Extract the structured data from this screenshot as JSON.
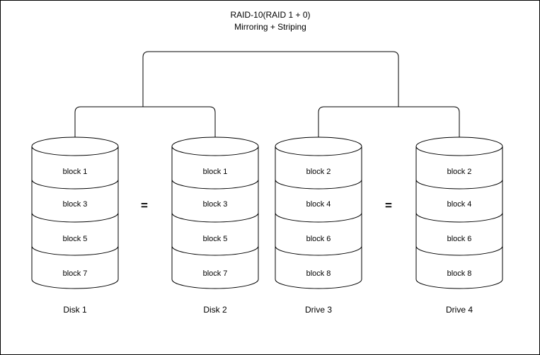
{
  "diagram": {
    "title": "RAID-10(RAID 1 + 0)",
    "subtitle": "Mirroring + Striping",
    "equals": "="
  },
  "disks": [
    {
      "label": "Disk 1",
      "blocks": [
        "block 1",
        "block 3",
        "block 5",
        "block 7"
      ]
    },
    {
      "label": "Disk 2",
      "blocks": [
        "block 1",
        "block 3",
        "block 5",
        "block 7"
      ]
    },
    {
      "label": "Drive 3",
      "blocks": [
        "block 2",
        "block 4",
        "block 6",
        "block 8"
      ]
    },
    {
      "label": "Drive 4",
      "blocks": [
        "block 2",
        "block 4",
        "block 6",
        "block 8"
      ]
    }
  ],
  "colors": {
    "stroke": "#000000",
    "background": "#ffffff",
    "text": "#000000"
  }
}
